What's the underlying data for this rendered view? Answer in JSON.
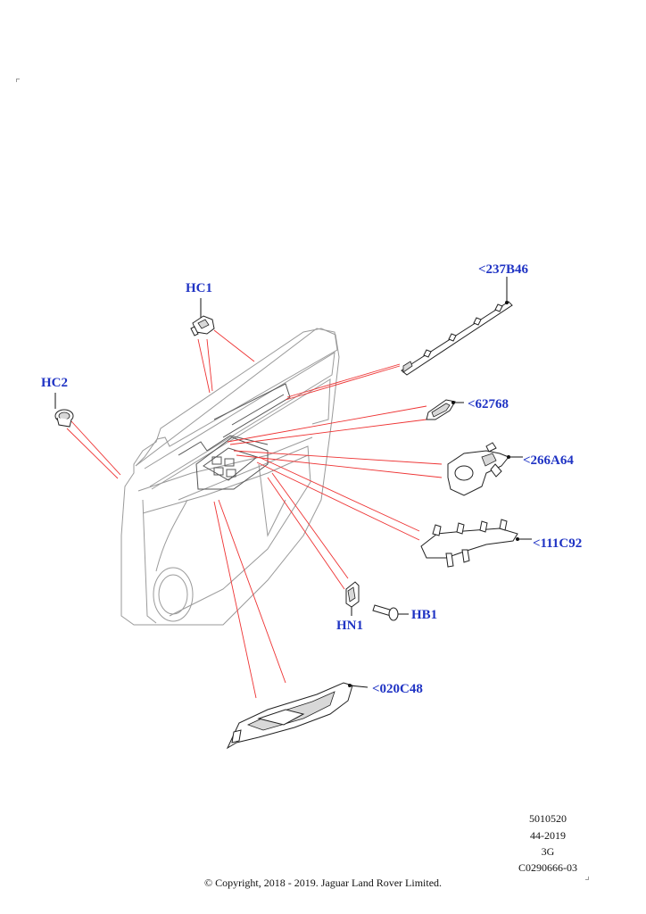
{
  "callouts": {
    "hc1": "HC1",
    "hc2": "HC2",
    "p237b46": "<237B46",
    "p62768": "<62768",
    "p266a64": "<266A64",
    "p111c92": "<111C92",
    "hb1": "HB1",
    "hn1": "HN1",
    "p020c48": "<020C48"
  },
  "meta": {
    "code": "5010520",
    "date": "44-2019",
    "revision": "3G",
    "ref": "C0290666-03"
  },
  "copyright": "© Copyright, 2018 - 2019. Jaguar Land Rover Limited.",
  "colors": {
    "label": "#1f33c4",
    "leader": "#e33333",
    "outline": "#9a9a9a"
  }
}
